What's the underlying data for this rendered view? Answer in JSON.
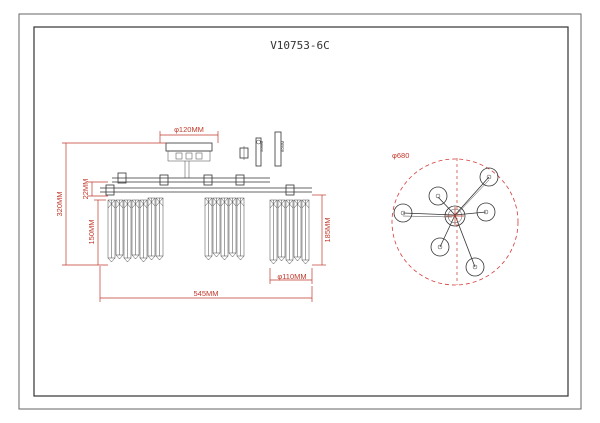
{
  "drawing": {
    "model": "V10753-6C",
    "dimensions": {
      "canopy_diameter": "φ120MM",
      "total_height": "320MM",
      "arm_height": "22MM",
      "crystal_height_left": "150MM",
      "crystal_height_right": "185MM",
      "arm_diameter": "φ110MM",
      "total_width": "545MM",
      "plan_diameter": "φ680"
    },
    "bulb_labels": {
      "bulb_a": "50MM",
      "bulb_b": "60MM"
    }
  },
  "colors": {
    "frame": "#555555",
    "line": "#333333",
    "dimension": "#c0392b"
  }
}
